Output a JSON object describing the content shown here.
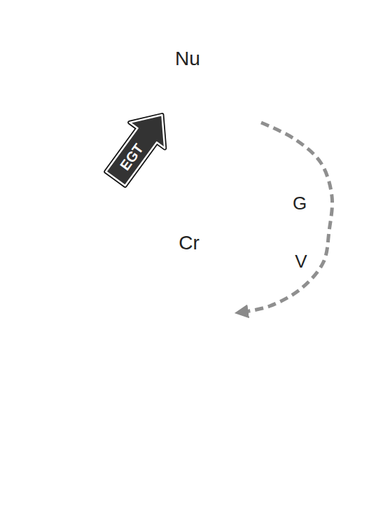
{
  "diagram": {
    "nodes": [
      {
        "text": [
          "Nu"
        ]
      },
      {
        "text": [
          "Cr"
        ]
      }
    ],
    "edges": [
      {
        "from": 1,
        "to": 0,
        "arrow": "to",
        "label": "EGT"
      },
      {
        "from": 0,
        "to": 1,
        "arrow": "to"
      }
    ],
    "labels": [
      "G",
      "V"
    ]
  }
}
